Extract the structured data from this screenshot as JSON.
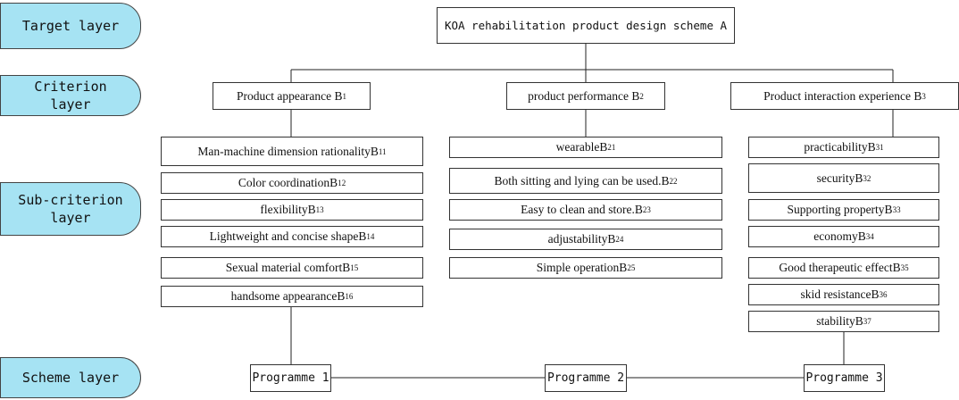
{
  "layers": {
    "target": "Target layer",
    "criterion": "Criterion layer",
    "subcriterion": "Sub-criterion layer",
    "scheme": "Scheme layer"
  },
  "goal": "KOA rehabilitation product design scheme A",
  "criteria": [
    {
      "label": "Product appearance B",
      "sub": "1"
    },
    {
      "label": "product performance B",
      "sub": "2"
    },
    {
      "label": "Product interaction experience B",
      "sub": "3"
    }
  ],
  "subcriteria": {
    "group1": [
      {
        "label": "Man-machine dimension rationalityB",
        "sub": "11"
      },
      {
        "label": "Color coordinationB",
        "sub": "12"
      },
      {
        "label": "flexibilityB",
        "sub": "13"
      },
      {
        "label": "Lightweight and concise shapeB",
        "sub": "14"
      },
      {
        "label": "Sexual material comfortB",
        "sub": "15"
      },
      {
        "label": "handsome appearanceB",
        "sub": "16"
      }
    ],
    "group2": [
      {
        "label": "wearableB",
        "sub": "21"
      },
      {
        "label": "Both sitting and lying can be used.B",
        "sub": "22"
      },
      {
        "label": "Easy to clean and store.B",
        "sub": "23"
      },
      {
        "label": "adjustabilityB",
        "sub": "24"
      },
      {
        "label": "Simple operationB",
        "sub": "25"
      }
    ],
    "group3": [
      {
        "label": "practicabilityB",
        "sub": "31"
      },
      {
        "label": "securityB",
        "sub": "32"
      },
      {
        "label": "Supporting propertyB",
        "sub": "33"
      },
      {
        "label": "economyB",
        "sub": "34"
      },
      {
        "label": "Good therapeutic effectB",
        "sub": "35"
      },
      {
        "label": "skid resistanceB",
        "sub": "36"
      },
      {
        "label": "stabilityB",
        "sub": "37"
      }
    ]
  },
  "programmes": [
    "Programme 1",
    "Programme 2",
    "Programme 3"
  ],
  "colors": {
    "layer_fill": "#a6e3f3",
    "line": "#222222"
  }
}
